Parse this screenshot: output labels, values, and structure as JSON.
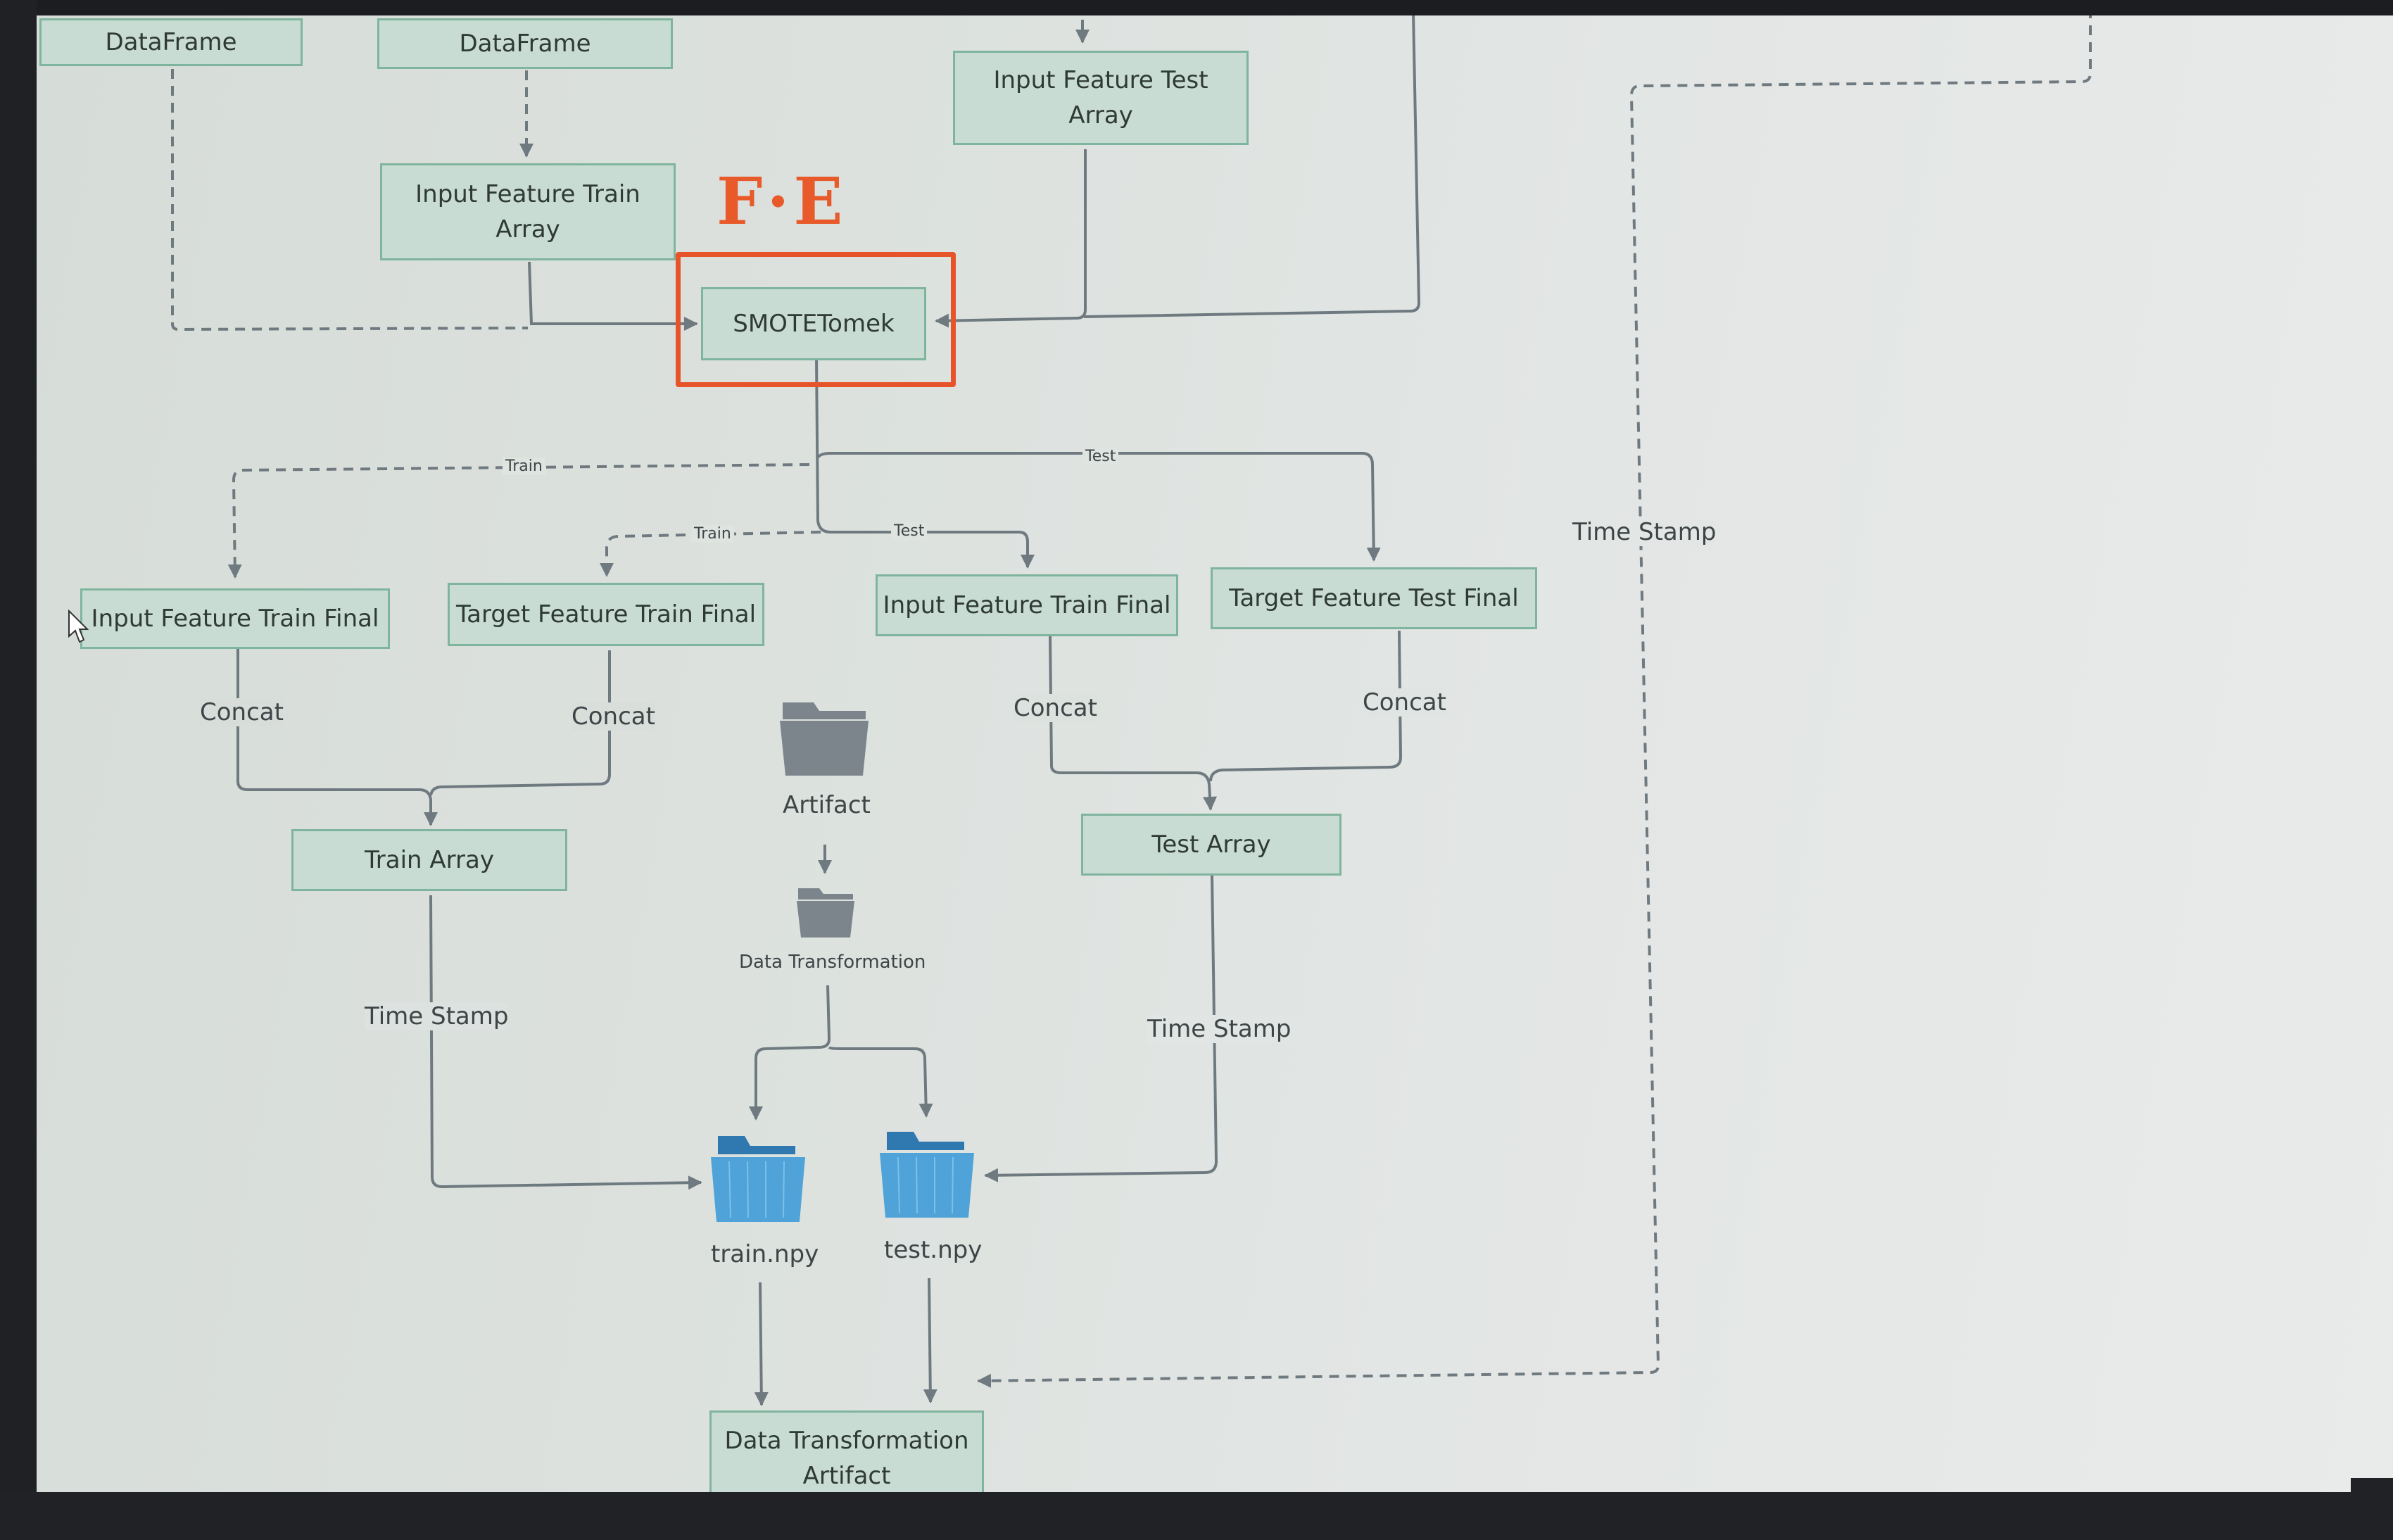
{
  "diagram": {
    "nodes": {
      "dataframe_1": "DataFrame",
      "dataframe_2": "DataFrame",
      "input_feature_train_array_line1": "Input Feature Train",
      "input_feature_train_array_line2": "Array",
      "input_feature_test_array_line1": "Input Feature Test",
      "input_feature_test_array_line2": "Array",
      "smotetomek": "SMOTETomek",
      "input_feature_train_final_1": "Input Feature Train Final",
      "target_feature_train_final": "Target Feature Train Final",
      "input_feature_train_final_2": "Input Feature Train Final",
      "target_feature_test_final": "Target Feature Test Final",
      "train_array": "Train Array",
      "test_array": "Test Array",
      "dta_line1": "Data Transformation",
      "dta_line2": "Artifact"
    },
    "edge_labels": {
      "train_1": "Train",
      "train_2": "Train",
      "test_1": "Test",
      "test_2": "Test",
      "concat_1": "Concat",
      "concat_2": "Concat",
      "concat_3": "Concat",
      "concat_4": "Concat",
      "time_stamp_train": "Time Stamp",
      "time_stamp_test": "Time Stamp",
      "time_stamp_right": "Time Stamp"
    },
    "folders": {
      "artifact": "Artifact",
      "data_transformation": "Data Transformation",
      "train_npy": "train.npy",
      "test_npy": "test.npy"
    },
    "annotation": "F·E",
    "colors": {
      "node_fill": "#c9dcd3",
      "node_border": "#7fb49e",
      "line": "#6f7a80",
      "highlight": "#e8542a",
      "folder_gray": "#7c858c",
      "folder_blue": "#4fa3d8"
    }
  }
}
